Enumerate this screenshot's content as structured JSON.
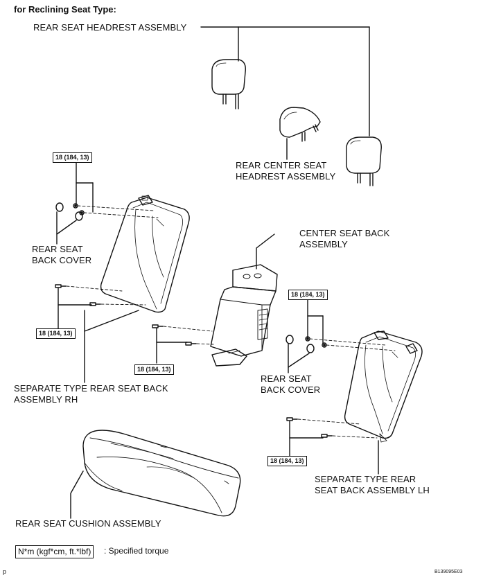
{
  "title": "for Reclining Seat Type:",
  "labels": {
    "rear_seat_headrest": "REAR SEAT HEADREST ASSEMBLY",
    "rear_center_headrest_1": "REAR CENTER SEAT",
    "rear_center_headrest_2": "HEADREST ASSEMBLY",
    "center_seat_back_1": "CENTER SEAT BACK",
    "center_seat_back_2": "ASSEMBLY",
    "back_cover_rh_1": "REAR SEAT",
    "back_cover_rh_2": "BACK COVER",
    "back_cover_lh_1": "REAR SEAT",
    "back_cover_lh_2": "BACK COVER",
    "seat_back_rh_1": "SEPARATE TYPE REAR SEAT BACK",
    "seat_back_rh_2": "ASSEMBLY RH",
    "seat_back_lh_1": "SEPARATE TYPE REAR",
    "seat_back_lh_2": "SEAT BACK ASSEMBLY LH",
    "cushion": "REAR SEAT CUSHION ASSEMBLY"
  },
  "torque": {
    "t1": "18 (184, 13)",
    "t2": "18 (184, 13)",
    "t3": "18 (184, 13)",
    "t4": "18 (184, 13)",
    "t5": "18 (184, 13)"
  },
  "legend": {
    "unit_box": "N*m (kgf*cm, ft.*lbf)",
    "unit_text": ": Specified torque"
  },
  "corner": {
    "left": "p",
    "right": "B139095E03"
  }
}
